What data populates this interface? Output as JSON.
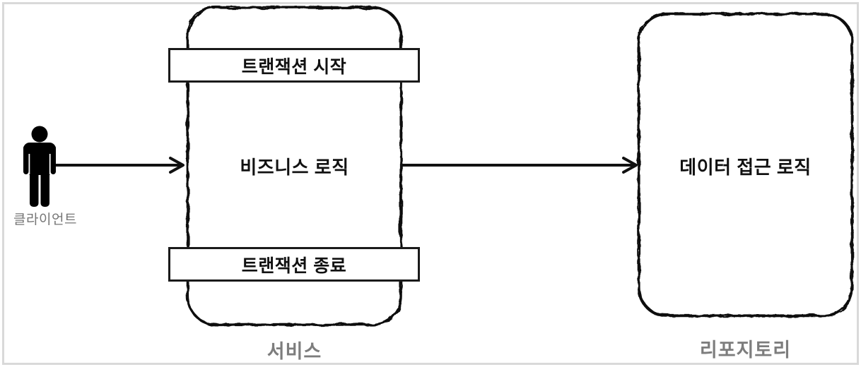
{
  "diagram": {
    "client": {
      "label": "클라이언트"
    },
    "service": {
      "group_label": "서비스",
      "transaction_start_label": "트랜잭션 시작",
      "business_logic_label": "비즈니스 로직",
      "transaction_end_label": "트랜잭션 종료"
    },
    "repository": {
      "group_label": "리포지토리",
      "data_access_logic_label": "데이터 접근 로직"
    },
    "colors": {
      "stroke_black": "#111111",
      "group_label_gray": "#7d7d7d",
      "client_label_gray": "#757575",
      "frame_border_gray": "#d9d9d9",
      "background": "#ffffff"
    }
  }
}
